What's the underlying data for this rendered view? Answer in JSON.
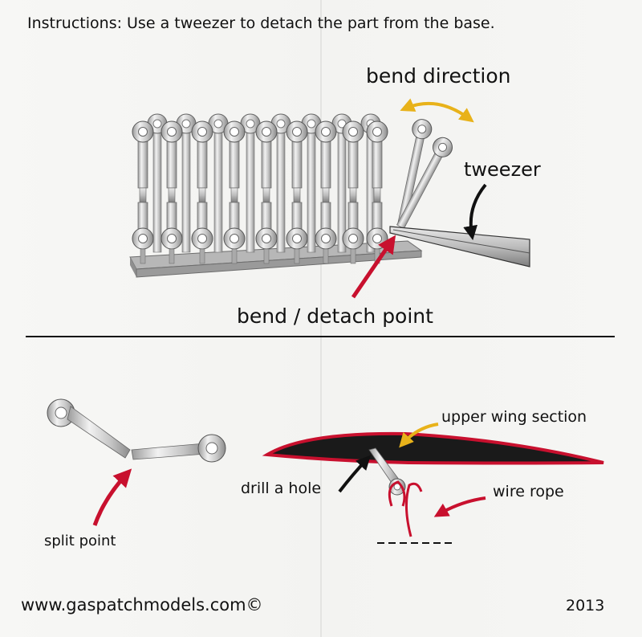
{
  "instructions": "Instructions: Use a tweezer to detach the part from the base.",
  "labels": {
    "bend_direction": "bend direction",
    "tweezer": "tweezer",
    "bend_detach_point": "bend / detach point",
    "split_point": "split point",
    "upper_wing_section": "upper wing section",
    "drill_a_hole": "drill a hole",
    "wire_rope": "wire rope"
  },
  "footer": {
    "website": "www.gaspatchmodels.com©",
    "year": "2013"
  },
  "colors": {
    "arrow_red": "#c8102e",
    "arrow_yellow": "#e8b21a",
    "arrow_black": "#111111",
    "wing_fill": "#1a1a1a",
    "wing_edge": "#c8102e",
    "part_metal": "#d0d0d0",
    "base_plate": "#a9a9a9"
  }
}
